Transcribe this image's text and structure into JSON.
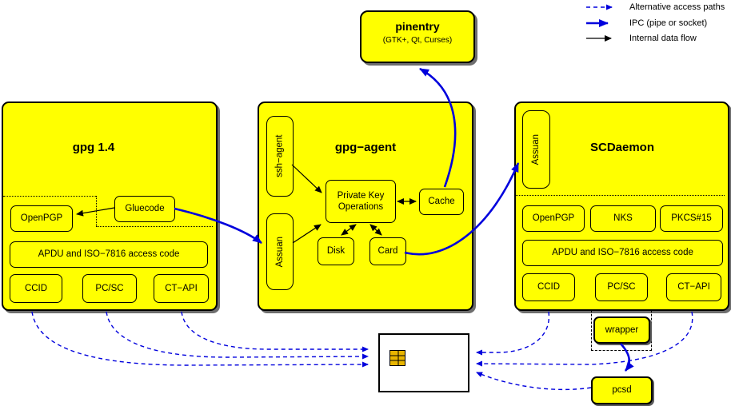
{
  "legend": {
    "items": [
      {
        "label": "Alternative access paths"
      },
      {
        "label": "IPC (pipe or socket)"
      },
      {
        "label": "Internal data flow"
      }
    ]
  },
  "pinentry": {
    "title": "pinentry",
    "subtitle": "(GTK+, Qt, Curses)"
  },
  "gpg14": {
    "title": "gpg 1.4",
    "gluecode": "Gluecode",
    "openpgp": "OpenPGP",
    "apdu": "APDU and ISO−7816 access code",
    "ccid": "CCID",
    "pcsc": "PC/SC",
    "ctapi": "CT−API"
  },
  "gpg_agent": {
    "title": "gpg−agent",
    "ssh_agent": "ssh−agent",
    "assuan": "Assuan",
    "private_key_line1": "Private Key",
    "private_key_line2": "Operations",
    "cache": "Cache",
    "disk": "Disk",
    "card": "Card"
  },
  "scdaemon": {
    "title": "SCDaemon",
    "assuan": "Assuan",
    "openpgp": "OpenPGP",
    "nks": "NKS",
    "pkcs15": "PKCS#15",
    "apdu": "APDU and ISO−7816 access code",
    "ccid": "CCID",
    "pcsc": "PC/SC",
    "ctapi": "CT−API"
  },
  "wrapper": {
    "label": "wrapper"
  },
  "pcsd": {
    "label": "pcsd"
  },
  "colors": {
    "box_yellow": "#ffff00",
    "blue": "#0000dd",
    "chip_gold": "#e8b500",
    "shadow": "#6e6e6e"
  }
}
